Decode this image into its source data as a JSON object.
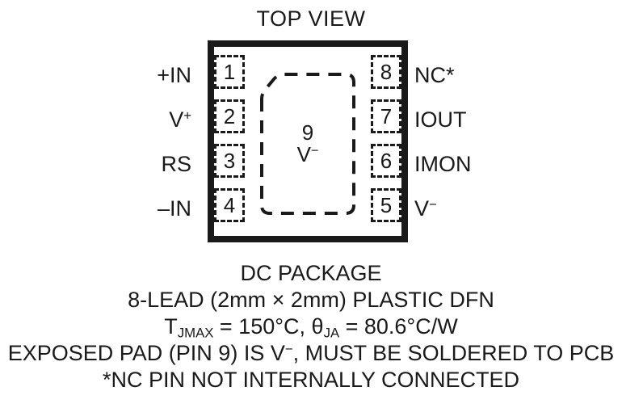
{
  "title": "TOP VIEW",
  "package": {
    "left_pins": [
      {
        "number": "1",
        "label": "+IN"
      },
      {
        "number": "2",
        "label": "V",
        "sup": "+"
      },
      {
        "number": "3",
        "label": "RS"
      },
      {
        "number": "4",
        "label": "–IN"
      }
    ],
    "right_pins": [
      {
        "number": "8",
        "label": "NC*"
      },
      {
        "number": "7",
        "label": "IOUT"
      },
      {
        "number": "6",
        "label": "IMON"
      },
      {
        "number": "5",
        "label": "V",
        "sup": "−"
      }
    ],
    "exposed_pad": {
      "number": "9",
      "net": "V",
      "net_sup": "−"
    }
  },
  "caption": {
    "line1": "DC PACKAGE",
    "line2": "8-LEAD (2mm × 2mm) PLASTIC DFN",
    "line3_t": "T",
    "line3_t_sub": "JMAX",
    "line3_mid": " = 150°C, ",
    "line3_theta": "θ",
    "line3_theta_sub": "JA",
    "line3_end": " = 80.6°C/W",
    "line4_a": "EXPOSED PAD (PIN 9) IS V",
    "line4_sup": "−",
    "line4_b": ", MUST BE SOLDERED TO PCB",
    "line5": "*NC PIN NOT INTERNALLY CONNECTED"
  },
  "colors": {
    "ink": "#1a1a1a",
    "background": "#ffffff"
  }
}
